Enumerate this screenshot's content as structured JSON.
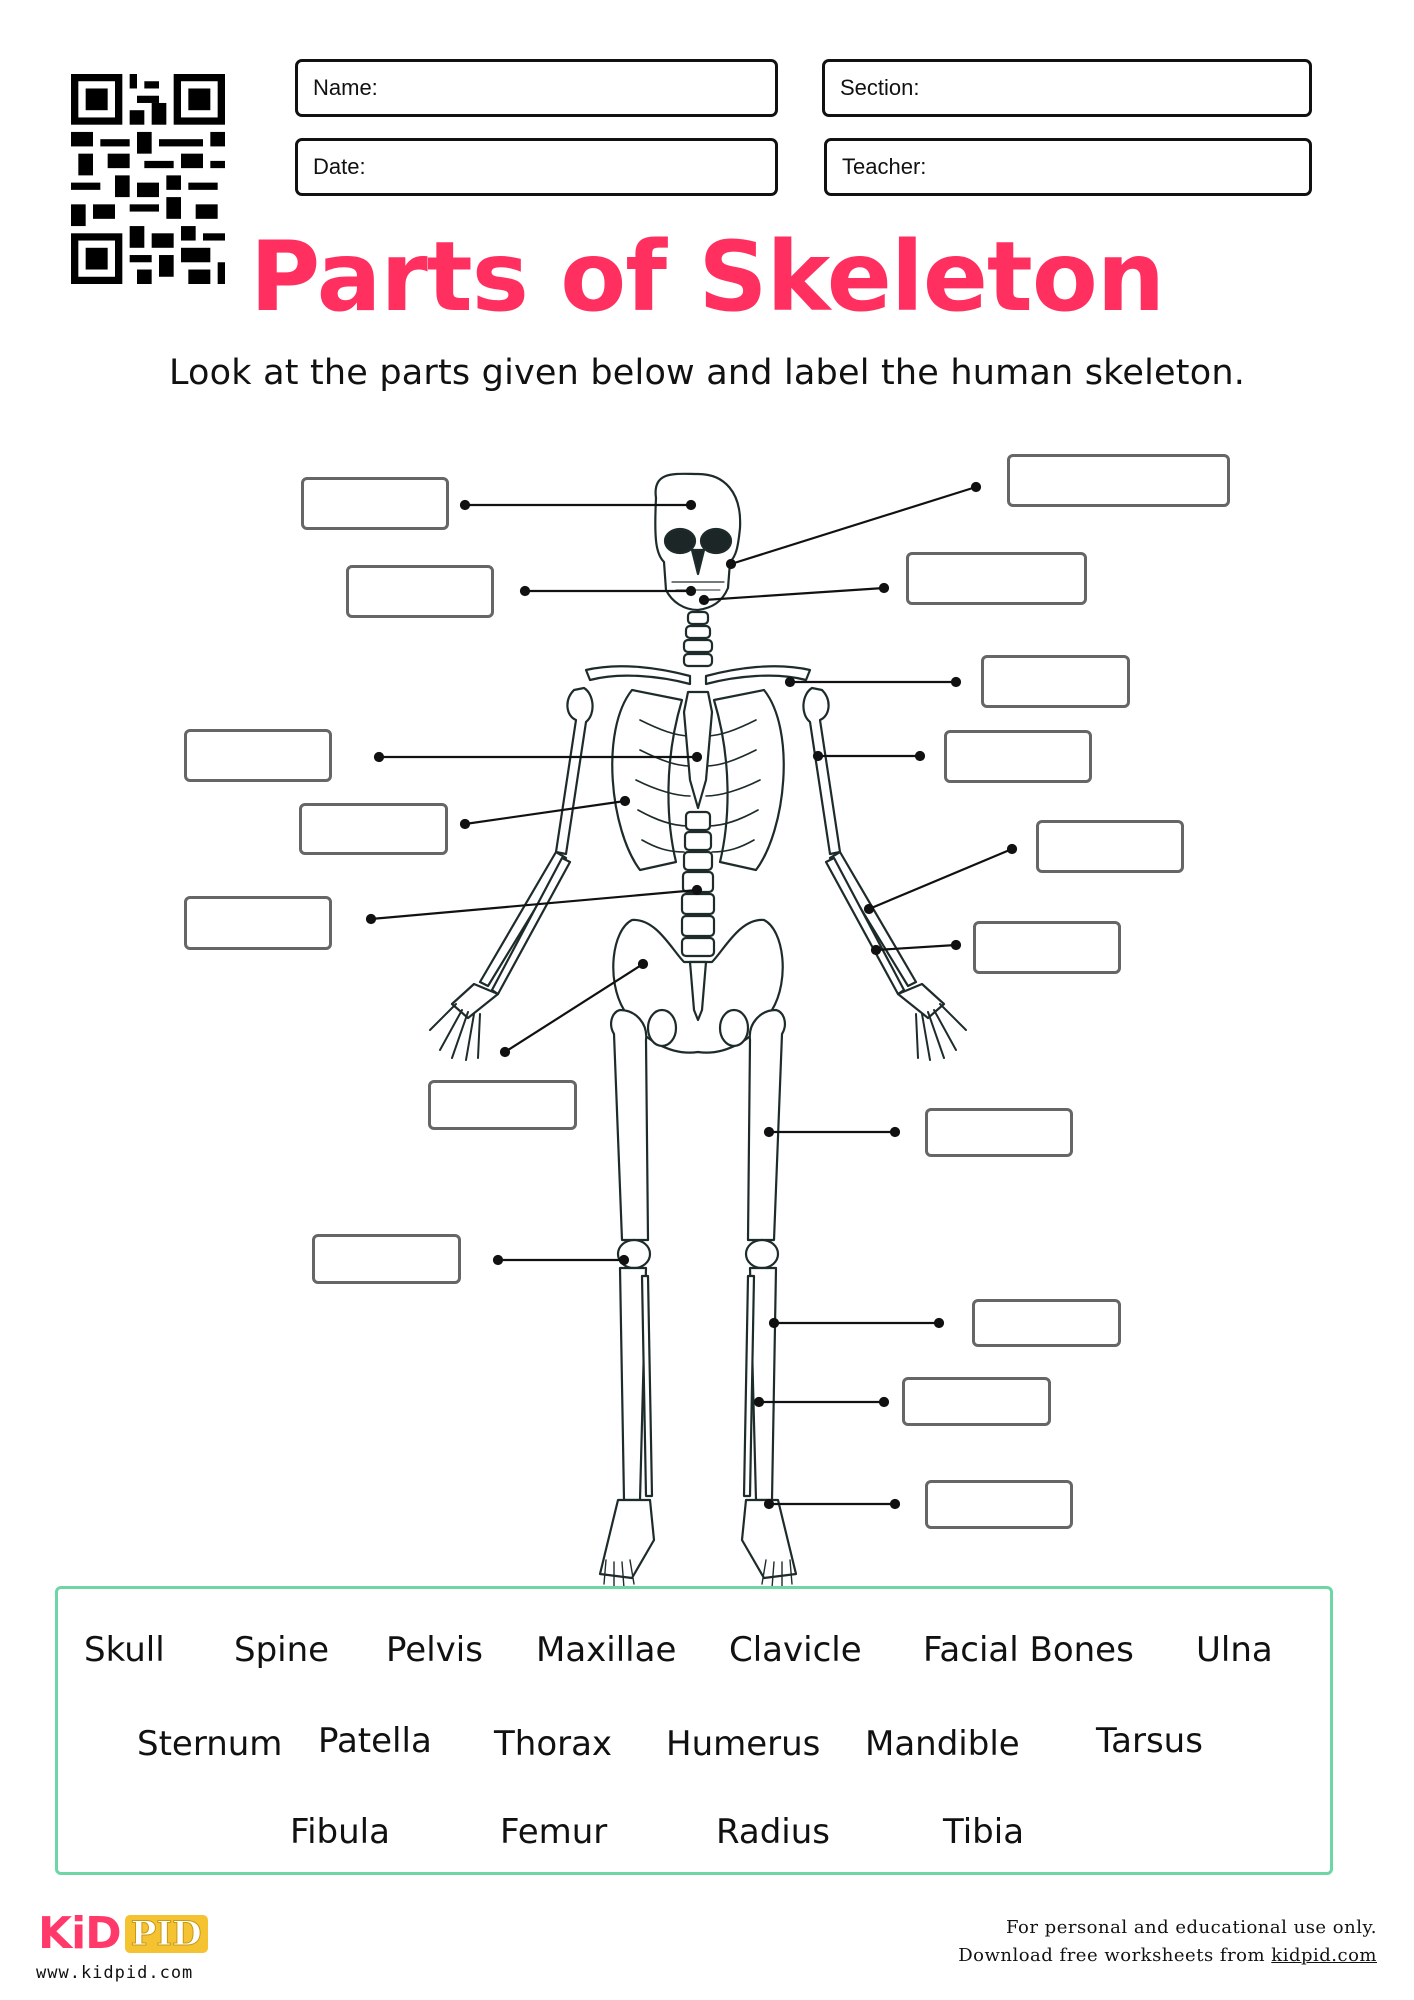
{
  "header": {
    "qr_icon": "qr-code-icon",
    "fields": {
      "name": "Name:",
      "section": "Section:",
      "date": "Date:",
      "teacher": "Teacher:"
    }
  },
  "title": "Parts of Skeleton",
  "instructions": "Look at the parts given below and label the human skeleton.",
  "diagram": {
    "image": "human-skeleton-illustration",
    "label_boxes": [
      {
        "id": "skull-box",
        "side": "left",
        "value": ""
      },
      {
        "id": "mandible-box",
        "side": "left",
        "value": ""
      },
      {
        "id": "sternum-box",
        "side": "left",
        "value": ""
      },
      {
        "id": "thorax-box",
        "side": "left",
        "value": ""
      },
      {
        "id": "spine-box",
        "side": "left",
        "value": ""
      },
      {
        "id": "pelvis-box",
        "side": "left",
        "value": ""
      },
      {
        "id": "patella-box",
        "side": "left",
        "value": ""
      },
      {
        "id": "facial-bones-box",
        "side": "right",
        "value": ""
      },
      {
        "id": "maxillae-box",
        "side": "right",
        "value": ""
      },
      {
        "id": "clavicle-box",
        "side": "right",
        "value": ""
      },
      {
        "id": "humerus-box",
        "side": "right",
        "value": ""
      },
      {
        "id": "ulna-box",
        "side": "right",
        "value": ""
      },
      {
        "id": "radius-box",
        "side": "right",
        "value": ""
      },
      {
        "id": "femur-box",
        "side": "right",
        "value": ""
      },
      {
        "id": "fibula-box",
        "side": "right",
        "value": ""
      },
      {
        "id": "tibia-box",
        "side": "right",
        "value": ""
      },
      {
        "id": "tarsus-box",
        "side": "right",
        "value": ""
      }
    ]
  },
  "word_bank": {
    "border_color": "#6dd6a4",
    "rows": [
      [
        "Skull",
        "Spine",
        "Pelvis",
        "Maxillae",
        "Clavicle",
        "Facial Bones",
        "Ulna"
      ],
      [
        "Sternum",
        "Patella",
        "Thorax",
        "Humerus",
        "Mandible",
        "Tarsus"
      ],
      [
        "Fibula",
        "Femur",
        "Radius",
        "Tibia"
      ]
    ]
  },
  "branding": {
    "logo_left": "KiD",
    "logo_right": "PID",
    "website": "www.kidpid.com",
    "logo_colors": {
      "kid": "#ff3a6b",
      "pid_bg": "#f5c332"
    }
  },
  "footer": {
    "line1": "For personal and educational use only.",
    "line2_prefix": "Download free worksheets from ",
    "line2_link": "kidpid.com"
  },
  "colors": {
    "title": "#ff3060",
    "label_box_border": "#666666",
    "field_border": "#111111"
  }
}
